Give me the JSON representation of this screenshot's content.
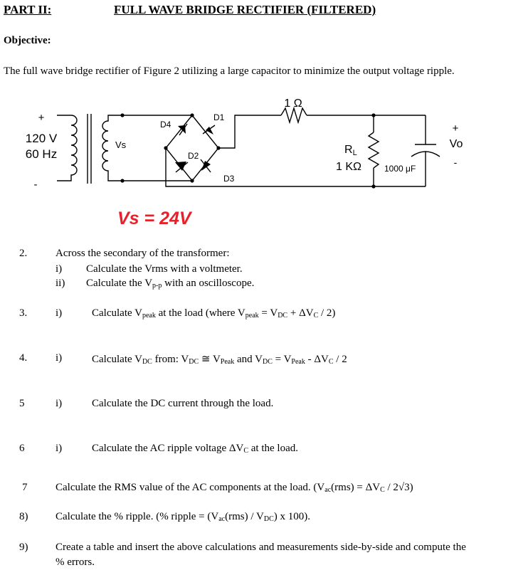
{
  "header": {
    "part": "PART II:",
    "title": "FULL WAVE BRIDGE RECTIFIER (FILTERED)"
  },
  "objective": {
    "heading": "Objective:",
    "text": "The full wave bridge rectifier of Figure 2 utilizing a large capacitor to minimize the output voltage ripple."
  },
  "circuit": {
    "source_plus": "+",
    "source_minus": "-",
    "source_voltage": "120 V",
    "source_freq": "60 Hz",
    "secondary_label": "Vs",
    "d1": "D1",
    "d2": "D2",
    "d3": "D3",
    "d4": "D4",
    "series_resistor": "1 Ω",
    "load_name": "R",
    "load_sub": "L",
    "load_value": "1 KΩ",
    "capacitor": "1000 μF",
    "out_plus": "+",
    "out_label": "Vo",
    "out_minus": "-",
    "colors": {
      "wire": "#000000",
      "accent": "#e8202a"
    }
  },
  "vs_note": "Vs = 24V",
  "steps": {
    "s2": {
      "num": "2.",
      "intro": "Across the secondary of the transformer:",
      "i_mark": "i)",
      "i_text": "Calculate the Vrms with a voltmeter.",
      "ii_mark": "ii)",
      "ii_pre": "Calculate the V",
      "ii_sub": "p-p",
      "ii_post": " with an oscilloscope."
    },
    "s3": {
      "num": "3.",
      "mark": "i)",
      "t1": "Calculate V",
      "sub1": "peak",
      "t2": " at the load (where V",
      "sub2": "peak",
      "t3": " = V",
      "sub3": "DC",
      "t4": " + ΔV",
      "sub4": "C",
      "t5": " / 2)"
    },
    "s4": {
      "num": "4.",
      "mark": "i)",
      "t1": "Calculate V",
      "sub1": "DC",
      "t2": " from: V",
      "sub2": "DC",
      "t3": " ≅ V",
      "sub3": "Peak",
      "t4": " and V",
      "sub4": "DC",
      "t5": " = V",
      "sub5": "Peak",
      "t6": " - ΔV",
      "sub6": "C",
      "t7": " / 2"
    },
    "s5": {
      "num": "5",
      "mark": "i)",
      "text": "Calculate the DC current through the load."
    },
    "s6": {
      "num": "6",
      "mark": "i)",
      "t1": "Calculate the AC ripple voltage ΔV",
      "sub1": "C",
      "t2": " at the load."
    },
    "s7": {
      "num": "7",
      "t1": "Calculate the RMS value of the AC components at the load. (V",
      "sub1": "ac",
      "t2": "(rms) = ΔV",
      "sub2": "C",
      "t3": " / 2√3)"
    },
    "s8": {
      "num": "8)",
      "t1": "Calculate the % ripple. (% ripple = (V",
      "sub1": "ac",
      "t2": "(rms) / V",
      "sub2": "DC",
      "t3": ") x 100)."
    },
    "s9": {
      "num": "9)",
      "line1": "Create a table and insert the above calculations and measurements side-by-side and compute the",
      "line2": "% errors."
    }
  }
}
